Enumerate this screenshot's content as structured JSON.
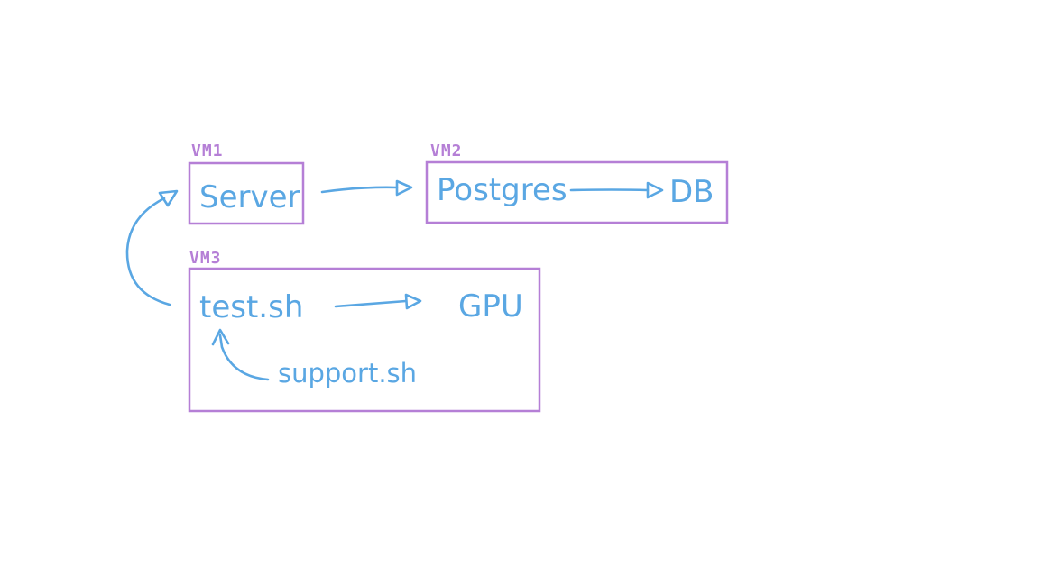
{
  "colors": {
    "box": "#b57fd6",
    "label": "#b57fd6",
    "ink": "#5aa7e3",
    "background": "#ffffff"
  },
  "vms": [
    {
      "id": "vm1",
      "label": "VM1"
    },
    {
      "id": "vm2",
      "label": "VM2"
    },
    {
      "id": "vm3",
      "label": "VM3"
    }
  ],
  "nodes": {
    "server": "Server",
    "postgres": "Postgres",
    "db": "DB",
    "test_sh": "test.sh",
    "gpu": "GPU",
    "support_sh": "support.sh"
  },
  "edges": [
    {
      "from": "server",
      "to": "postgres"
    },
    {
      "from": "postgres",
      "to": "db"
    },
    {
      "from": "test_sh",
      "to": "gpu"
    },
    {
      "from": "support_sh",
      "to": "test_sh"
    },
    {
      "from": "test_sh",
      "to": "server"
    }
  ]
}
